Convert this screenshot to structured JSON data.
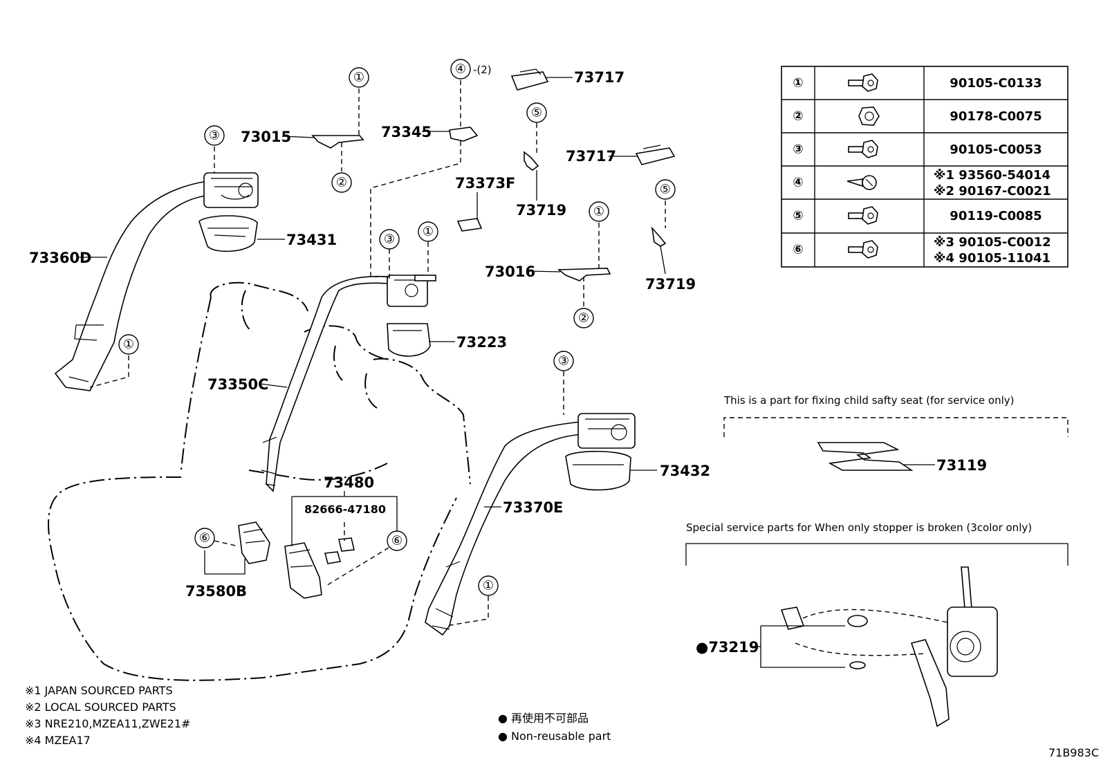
{
  "callouts": {
    "c1": "①",
    "c2": "②",
    "c3": "③",
    "c4": "④",
    "c5": "⑤",
    "c6": "⑥",
    "qty4": "-(2)"
  },
  "parts": {
    "p73015": "73015",
    "p73345": "73345",
    "p73717a": "73717",
    "p73717b": "73717",
    "p73373F": "73373F",
    "p73719a": "73719",
    "p73719b": "73719",
    "p73016": "73016",
    "p73360D": "73360D",
    "p73431": "73431",
    "p73223": "73223",
    "p73350C": "73350C",
    "p73480": "73480",
    "p82666": "82666-47180",
    "p73580B": "73580B",
    "p73370E": "73370E",
    "p73432": "73432",
    "p73119": "73119",
    "p73219": "●73219"
  },
  "bolt_table": {
    "rows": [
      {
        "key": "①",
        "lines": [
          "90105-C0133"
        ]
      },
      {
        "key": "②",
        "lines": [
          "90178-C0075"
        ]
      },
      {
        "key": "③",
        "lines": [
          "90105-C0053"
        ]
      },
      {
        "key": "④",
        "lines": [
          "※1 93560-54014",
          "※2 90167-C0021"
        ]
      },
      {
        "key": "⑤",
        "lines": [
          "90119-C0085"
        ]
      },
      {
        "key": "⑥",
        "lines": [
          "※3 90105-C0012",
          "※4 90105-11041"
        ]
      }
    ]
  },
  "captions": {
    "child_seat": "This is a part for fixing child safty seat (for service only)",
    "special": "Special service parts for When only stopper is broken (3color only)"
  },
  "notes": [
    "※1 JAPAN SOURCED PARTS",
    "※2 LOCAL SOURCED PARTS",
    "※3 NRE210,MZEA11,ZWE21#",
    "※4 MZEA17"
  ],
  "legend": {
    "jp": "● 再使用不可部品",
    "en": "● Non-reusable part"
  },
  "drawing_code": "71B983C"
}
